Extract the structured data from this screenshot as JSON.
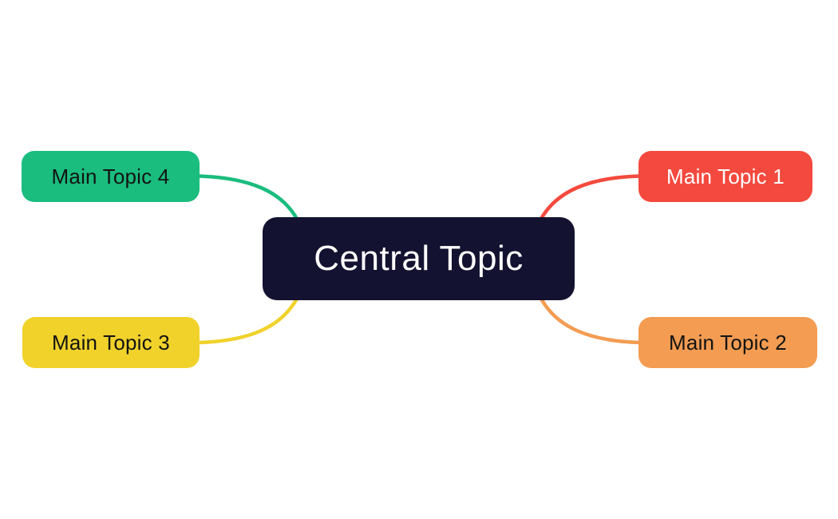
{
  "canvas": {
    "background_color": "#ffffff"
  },
  "central_topic": {
    "label": "Central Topic",
    "color": "#131230",
    "text_color": "#ffffff"
  },
  "main_topics": [
    {
      "label": "Main Topic 1",
      "color": "#f4493e",
      "text_color": "#ffffff",
      "position": "top-right"
    },
    {
      "label": "Main Topic 2",
      "color": "#f39c52",
      "text_color": "#131313",
      "position": "bottom-right"
    },
    {
      "label": "Main Topic 3",
      "color": "#f0d22b",
      "text_color": "#131313",
      "position": "bottom-left"
    },
    {
      "label": "Main Topic 4",
      "color": "#1abd7e",
      "text_color": "#131313",
      "position": "top-left"
    }
  ],
  "connections": [
    {
      "from": "Central Topic",
      "to": "Main Topic 1"
    },
    {
      "from": "Central Topic",
      "to": "Main Topic 2"
    },
    {
      "from": "Central Topic",
      "to": "Main Topic 3"
    },
    {
      "from": "Central Topic",
      "to": "Main Topic 4"
    }
  ]
}
